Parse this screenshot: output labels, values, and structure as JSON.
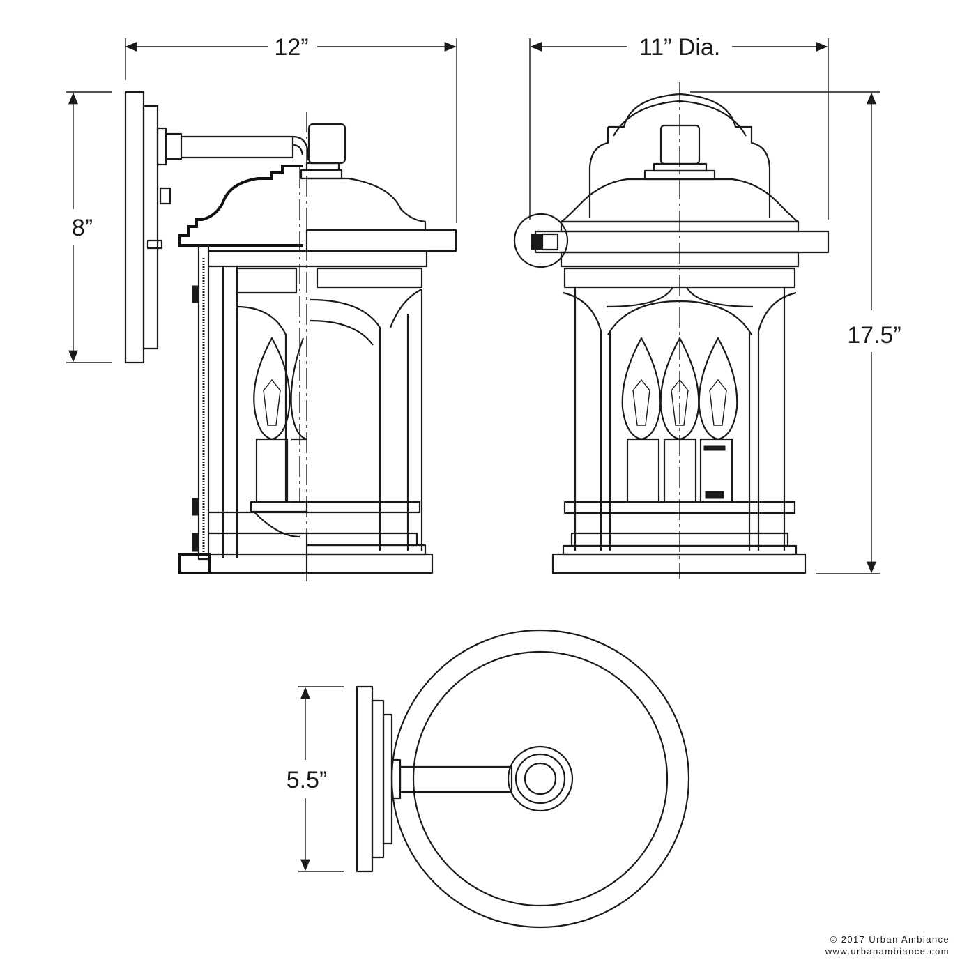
{
  "dimensions": {
    "width_overall": "12”",
    "diameter": "11” Dia.",
    "extension": "8”",
    "height": "17.5”",
    "backplate_width": "5.5”"
  },
  "copyright": "© 2017 Urban Ambiance",
  "website": "www.urbanambiance.com",
  "colors": {
    "line": "#1a1a1a",
    "background": "#ffffff"
  }
}
